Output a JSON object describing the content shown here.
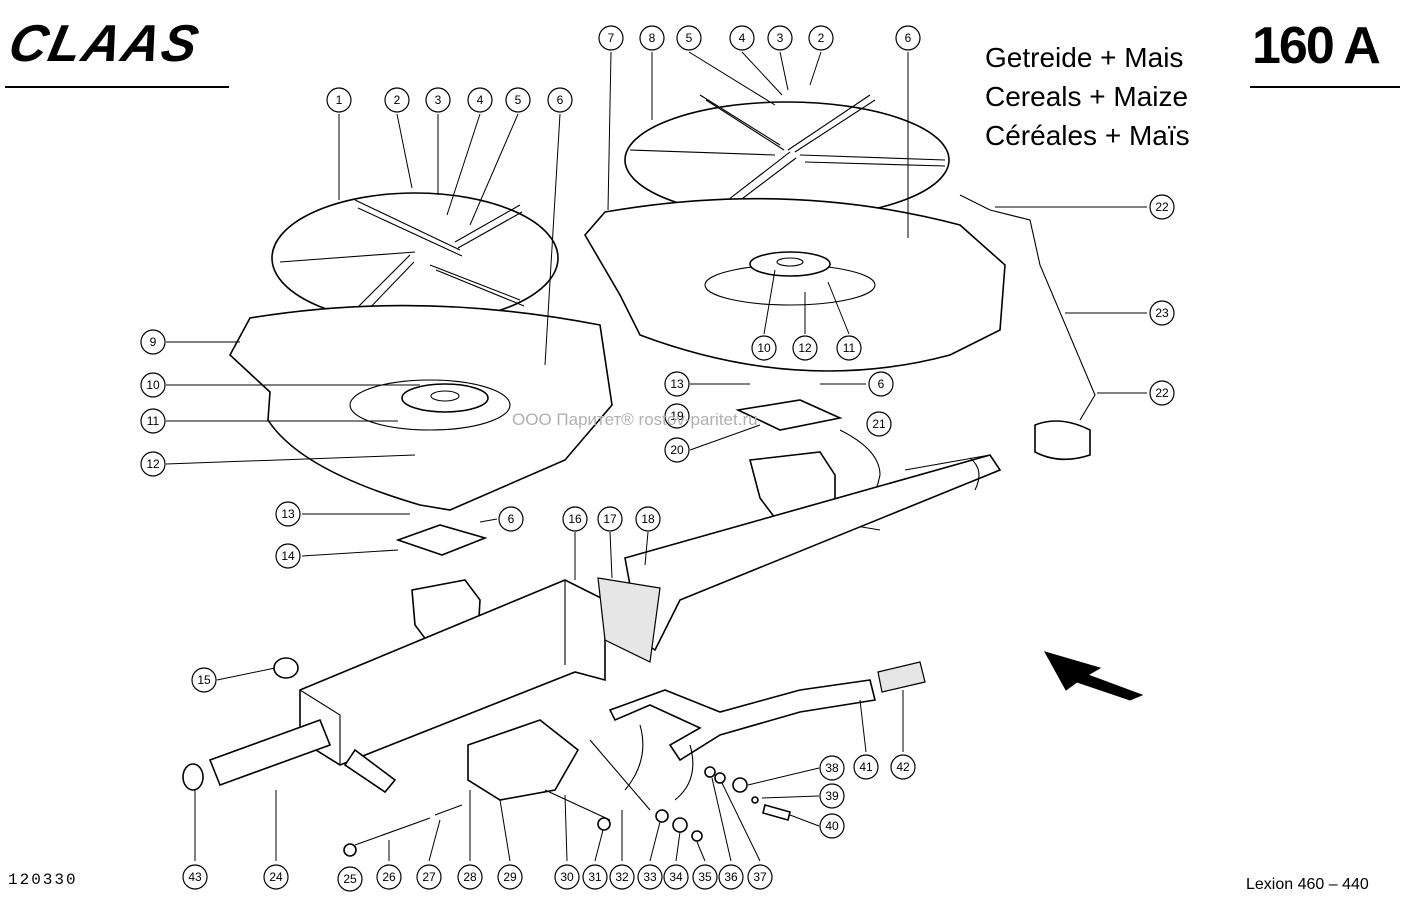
{
  "header": {
    "brand": "CLAAS",
    "code": "160 A",
    "titles": [
      "Getreide + Mais",
      "Cereals + Maize",
      "Céréales + Maïs"
    ]
  },
  "footer": {
    "doc_number": "120330",
    "model": "Lexion 460 – 440"
  },
  "watermark": "ООО Паритет® rostov-paritet.ru",
  "callouts": [
    {
      "id": "c-1",
      "label": "1"
    },
    {
      "id": "c-2a",
      "label": "2"
    },
    {
      "id": "c-3a",
      "label": "3"
    },
    {
      "id": "c-4a",
      "label": "4"
    },
    {
      "id": "c-5a",
      "label": "5"
    },
    {
      "id": "c-6a",
      "label": "6"
    },
    {
      "id": "c-7",
      "label": "7"
    },
    {
      "id": "c-8",
      "label": "8"
    },
    {
      "id": "c-5b",
      "label": "5"
    },
    {
      "id": "c-4b",
      "label": "4"
    },
    {
      "id": "c-3b",
      "label": "3"
    },
    {
      "id": "c-2b",
      "label": "2"
    },
    {
      "id": "c-6b",
      "label": "6"
    },
    {
      "id": "c-9",
      "label": "9"
    },
    {
      "id": "c-10a",
      "label": "10"
    },
    {
      "id": "c-11a",
      "label": "11"
    },
    {
      "id": "c-12a",
      "label": "12"
    },
    {
      "id": "c-10b",
      "label": "10"
    },
    {
      "id": "c-12b",
      "label": "12"
    },
    {
      "id": "c-11b",
      "label": "11"
    },
    {
      "id": "c-22a",
      "label": "22"
    },
    {
      "id": "c-23",
      "label": "23"
    },
    {
      "id": "c-22b",
      "label": "22"
    },
    {
      "id": "c-13a",
      "label": "13"
    },
    {
      "id": "c-6c",
      "label": "6"
    },
    {
      "id": "c-19",
      "label": "19"
    },
    {
      "id": "c-21",
      "label": "21"
    },
    {
      "id": "c-20",
      "label": "20"
    },
    {
      "id": "c-13b",
      "label": "13"
    },
    {
      "id": "c-6d",
      "label": "6"
    },
    {
      "id": "c-14",
      "label": "14"
    },
    {
      "id": "c-16",
      "label": "16"
    },
    {
      "id": "c-17",
      "label": "17"
    },
    {
      "id": "c-18",
      "label": "18"
    },
    {
      "id": "c-15",
      "label": "15"
    },
    {
      "id": "c-38",
      "label": "38"
    },
    {
      "id": "c-39",
      "label": "39"
    },
    {
      "id": "c-40",
      "label": "40"
    },
    {
      "id": "c-41",
      "label": "41"
    },
    {
      "id": "c-42",
      "label": "42"
    },
    {
      "id": "c-43",
      "label": "43"
    },
    {
      "id": "c-24",
      "label": "24"
    },
    {
      "id": "c-25",
      "label": "25"
    },
    {
      "id": "c-26",
      "label": "26"
    },
    {
      "id": "c-27",
      "label": "27"
    },
    {
      "id": "c-28",
      "label": "28"
    },
    {
      "id": "c-29",
      "label": "29"
    },
    {
      "id": "c-30",
      "label": "30"
    },
    {
      "id": "c-31",
      "label": "31"
    },
    {
      "id": "c-32",
      "label": "32"
    },
    {
      "id": "c-33",
      "label": "33"
    },
    {
      "id": "c-34",
      "label": "34"
    },
    {
      "id": "c-35",
      "label": "35"
    },
    {
      "id": "c-36",
      "label": "36"
    },
    {
      "id": "c-37",
      "label": "37"
    }
  ]
}
